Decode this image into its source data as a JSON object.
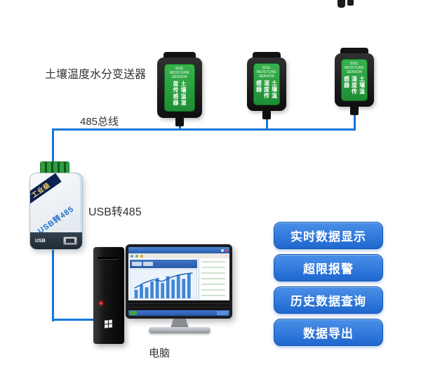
{
  "labels": {
    "sensor": "土壤温度水分变送器",
    "bus": "485总线",
    "converter": "USB转485",
    "computer": "电脑"
  },
  "feature_buttons": [
    {
      "label": "实时数据显示"
    },
    {
      "label": "超限报警"
    },
    {
      "label": "历史数据查询"
    },
    {
      "label": "数据导出"
    }
  ],
  "sensor_device": {
    "panel_title": "SOIL MOISTURE SENSOR",
    "panel_text": "土壤温湿度传感器"
  },
  "converter_device": {
    "grade_badge": "工业级",
    "model_text": "USB转485",
    "port_label": "USB"
  },
  "colors": {
    "line_blue": "#1577dc",
    "button_gradient_top": "#4a90e8",
    "button_gradient_bottom": "#1f67cf",
    "sensor_panel_green": "#2fa03e"
  }
}
